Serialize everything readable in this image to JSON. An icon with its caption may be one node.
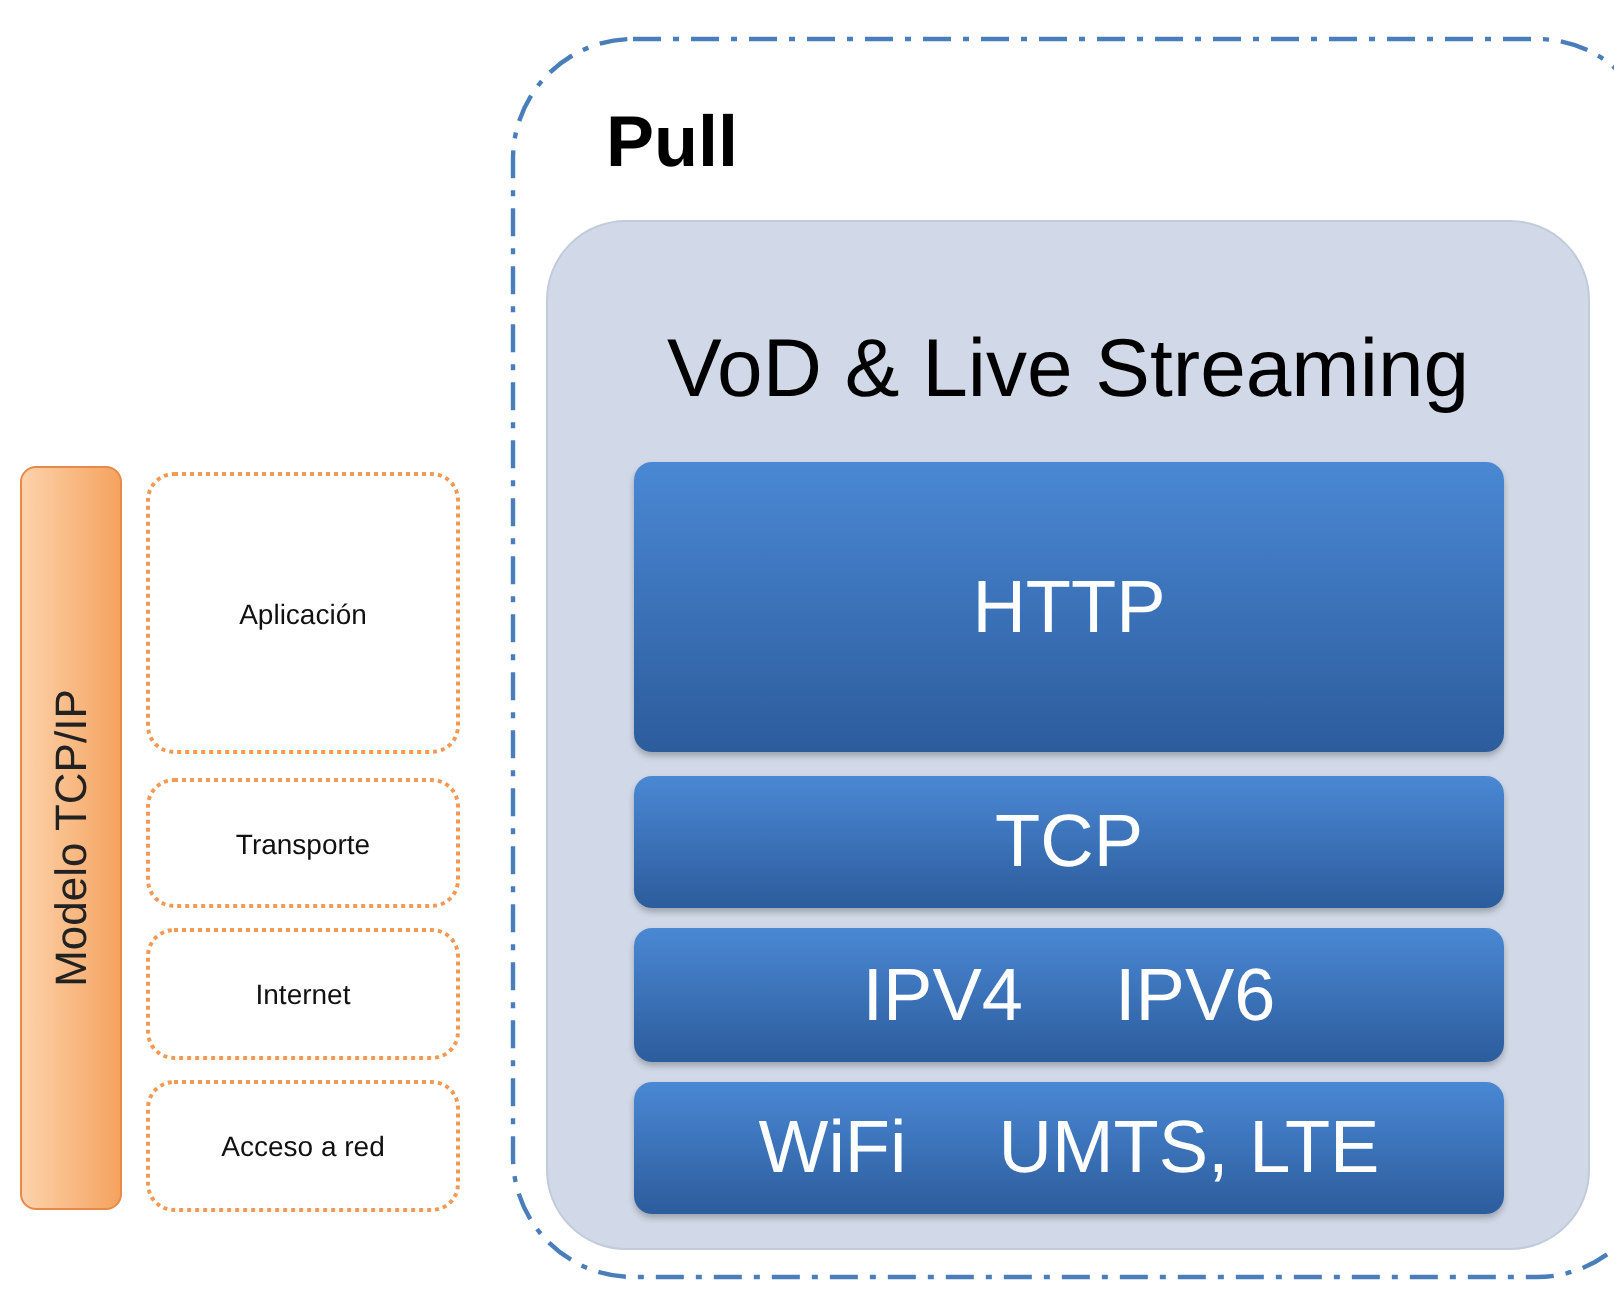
{
  "diagram": {
    "nodes": [
      {
        "text": [
          "Modelo TCP/IP"
        ]
      },
      {
        "text": [
          "Aplicación"
        ]
      },
      {
        "text": [
          "Transporte"
        ]
      },
      {
        "text": [
          "Internet"
        ]
      },
      {
        "text": [
          "Acceso a red"
        ]
      },
      {
        "text": [
          "Pull"
        ]
      },
      {
        "text": [
          "VoD & Live Streaming"
        ],
        "in": 5
      },
      {
        "text": [
          "HTTP"
        ],
        "in": 6
      },
      {
        "text": [
          "TCP"
        ],
        "in": 6
      },
      {
        "text": [
          "IPV4",
          "IPV6"
        ],
        "in": 6
      },
      {
        "text": [
          "WiFi",
          "UMTS, LTE"
        ],
        "in": 6
      }
    ]
  }
}
